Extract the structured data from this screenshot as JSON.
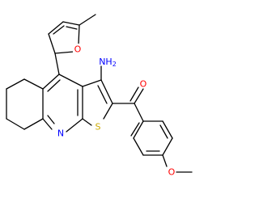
{
  "molecule": {
    "atoms": {
      "furan_o": {
        "symbol": "O",
        "color": "#ff0000"
      },
      "nh2": {
        "symbol": "NH",
        "subscript": "2",
        "color": "#0000ff"
      },
      "carbonyl_o": {
        "symbol": "O",
        "color": "#ff0000"
      },
      "ring_n": {
        "symbol": "N",
        "color": "#0000ff"
      },
      "ring_s": {
        "symbol": "S",
        "color": "#ccaa00"
      },
      "methoxy_o": {
        "symbol": "O",
        "color": "#ff0000"
      }
    }
  }
}
